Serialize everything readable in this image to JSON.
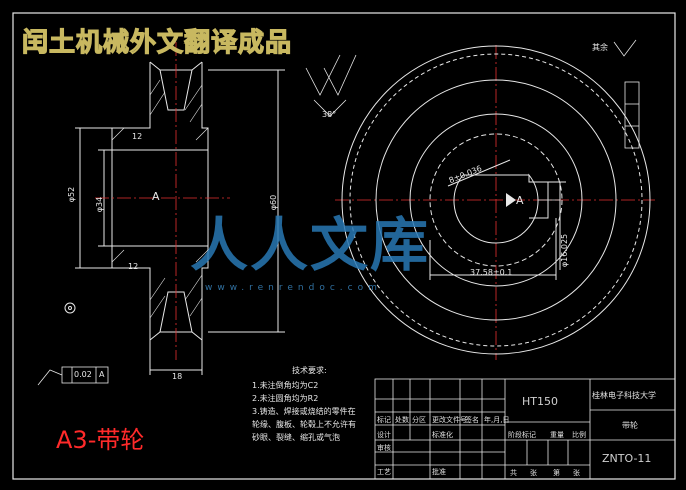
{
  "banner": {
    "title": "闰土机械外文翻译成品"
  },
  "label": {
    "text": "A3-带轮"
  },
  "watermark": {
    "brand": "人人文库",
    "url": "www.renrendoc.com"
  },
  "notes": {
    "heading": "技术要求:",
    "items": [
      "1.未注倒角均为C2",
      "2.未注圆角均为R2",
      "3.铸造、焊接或烧结的零件在轮缘、腹板、轮毂上不允许有砂眼、裂缝、缩孔或气泡"
    ]
  },
  "symbols": {
    "other": "其余"
  },
  "tolerance_frame": {
    "value": "0.02",
    "datum": "A"
  },
  "dims": {
    "d52": "φ52",
    "d34": "φ34",
    "d60": "φ60",
    "d18": "18",
    "w12a": "12",
    "w12b": "12",
    "ang": "38°",
    "r8": "8±0.036",
    "d3758": "37.58±0.1",
    "d16": "φ16.025",
    "A_left": "A",
    "A_right": "A"
  },
  "title_block": {
    "material": "HT150",
    "school": "桂林电子科技大学",
    "part_name": "带轮",
    "drawing_no": "ZNTO-11",
    "row_labels": [
      "标记",
      "处数",
      "分区",
      "更改文件号",
      "签名",
      "年,月,日"
    ],
    "role_design": "设计",
    "role_std": "标准化",
    "role_check": "审核",
    "role_craft": "工艺",
    "role_approve": "批准",
    "stage_labels": [
      "阶段标记",
      "重量",
      "比例"
    ],
    "sheet_labels": [
      "共",
      "张",
      "第",
      "张"
    ]
  }
}
